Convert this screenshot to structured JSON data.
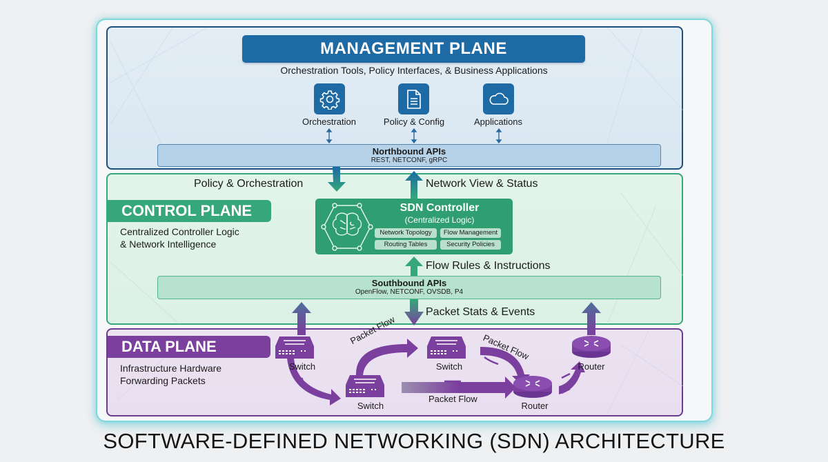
{
  "title": "SOFTWARE-DEFINED NETWORKING (SDN) ARCHITECTURE",
  "colors": {
    "management": "#1d6aa5",
    "control": "#35a77a",
    "data": "#7b3f9e",
    "frame_glow": "#7fd8dc"
  },
  "management_plane": {
    "title": "MANAGEMENT PLANE",
    "subtitle": "Orchestration Tools, Policy Interfaces, & Business Applications",
    "tools": [
      {
        "label": "Orchestration",
        "icon": "gear-icon"
      },
      {
        "label": "Policy & Config",
        "icon": "document-icon"
      },
      {
        "label": "Applications",
        "icon": "cloud-icon"
      }
    ],
    "northbound": {
      "title": "Northbound APIs",
      "protocols": "REST, NETCONF, gRPC"
    }
  },
  "flows": {
    "down_from_management": "Policy & Orchestration",
    "up_to_management": "Network View & Status",
    "down_to_data": "Flow Rules & Instructions",
    "up_from_data": "Packet Stats & Events"
  },
  "control_plane": {
    "title": "CONTROL PLANE",
    "description_line1": "Centralized Controller Logic",
    "description_line2": "& Network Intelligence",
    "controller": {
      "title": "SDN Controller",
      "subtitle": "(Centralized Logic)",
      "icon": "brain-network-icon",
      "functions": [
        "Network Topology",
        "Flow Management",
        "Routing Tables",
        "Security Policies"
      ]
    },
    "southbound": {
      "title": "Southbound APIs",
      "protocols": "OpenFlow, NETCONF, OVSDB, P4"
    }
  },
  "data_plane": {
    "title": "DATA PLANE",
    "description_line1": "Infrastructure Hardware",
    "description_line2": "Forwarding Packets",
    "devices": [
      {
        "type": "switch",
        "label": "Switch"
      },
      {
        "type": "switch",
        "label": "Switch"
      },
      {
        "type": "switch",
        "label": "Switch"
      },
      {
        "type": "router",
        "label": "Router"
      },
      {
        "type": "router",
        "label": "Router"
      }
    ],
    "flow_labels": [
      "Packet Flow",
      "Packet Flow",
      "Packet Flow"
    ]
  }
}
